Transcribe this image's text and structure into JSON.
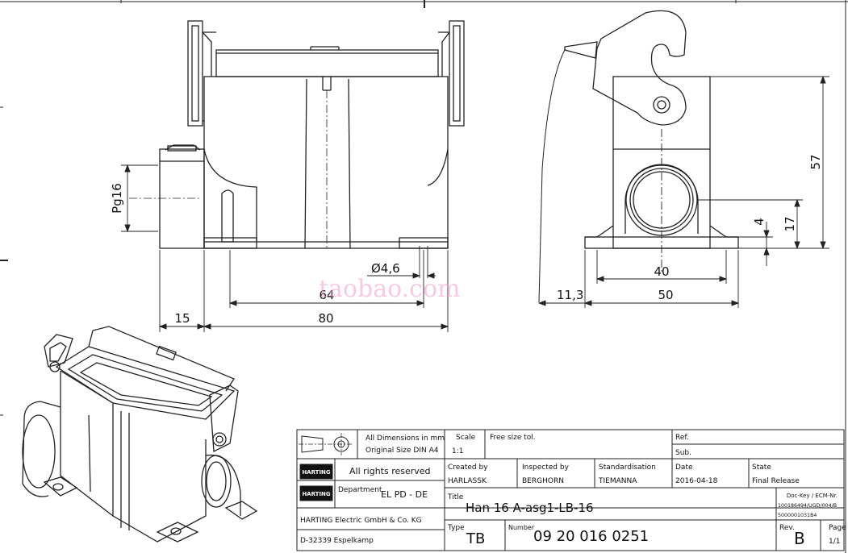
{
  "dimensions": {
    "pg": "Pg16",
    "dia": "Ø4,6",
    "d64": "64",
    "d15": "15",
    "d80": "80",
    "d40": "40",
    "d50": "50",
    "d11": "11,3",
    "d57": "57",
    "d17": "17",
    "d4": "4"
  },
  "watermark": "taobao.com",
  "title_block": {
    "symbol_note_1": "All Dimensions in mm",
    "symbol_note_2": "Original Size DIN A4",
    "rights": "All rights reserved",
    "logo": "HARTING",
    "department_label": "Department",
    "department_value": "EL PD - DE",
    "company": "HARTING Electric GmbH & Co. KG",
    "address": "D-32339 Espelkamp",
    "scale_label": "Scale",
    "scale_value": "1:1",
    "tolerance": "Free size tol.",
    "ref_label": "Ref.",
    "sub_label": "Sub.",
    "created_label": "Created by",
    "created_value": "HARLASSK",
    "inspected_label": "Inspected by",
    "inspected_value": "BERGHORN",
    "standard_label": "Standardisation",
    "standard_value": "TIEMANNA",
    "date_label": "Date",
    "date_value": "2016-04-18",
    "state_label": "State",
    "state_value": "Final Release",
    "title_label": "Title",
    "title_value": "Han 16 A-asg1-LB-16",
    "dockey_1": "Doc-Key / ECM-Nr.",
    "dockey_2": "100186494/UGD/004/B",
    "dockey_3": "5000001031B4",
    "type_label": "Type",
    "type_value": "TB",
    "number_label": "Number",
    "number_value": "09 20 016 0251",
    "rev_label": "Rev.",
    "rev_value": "B",
    "page_label": "Page",
    "page_value": "1/1"
  }
}
